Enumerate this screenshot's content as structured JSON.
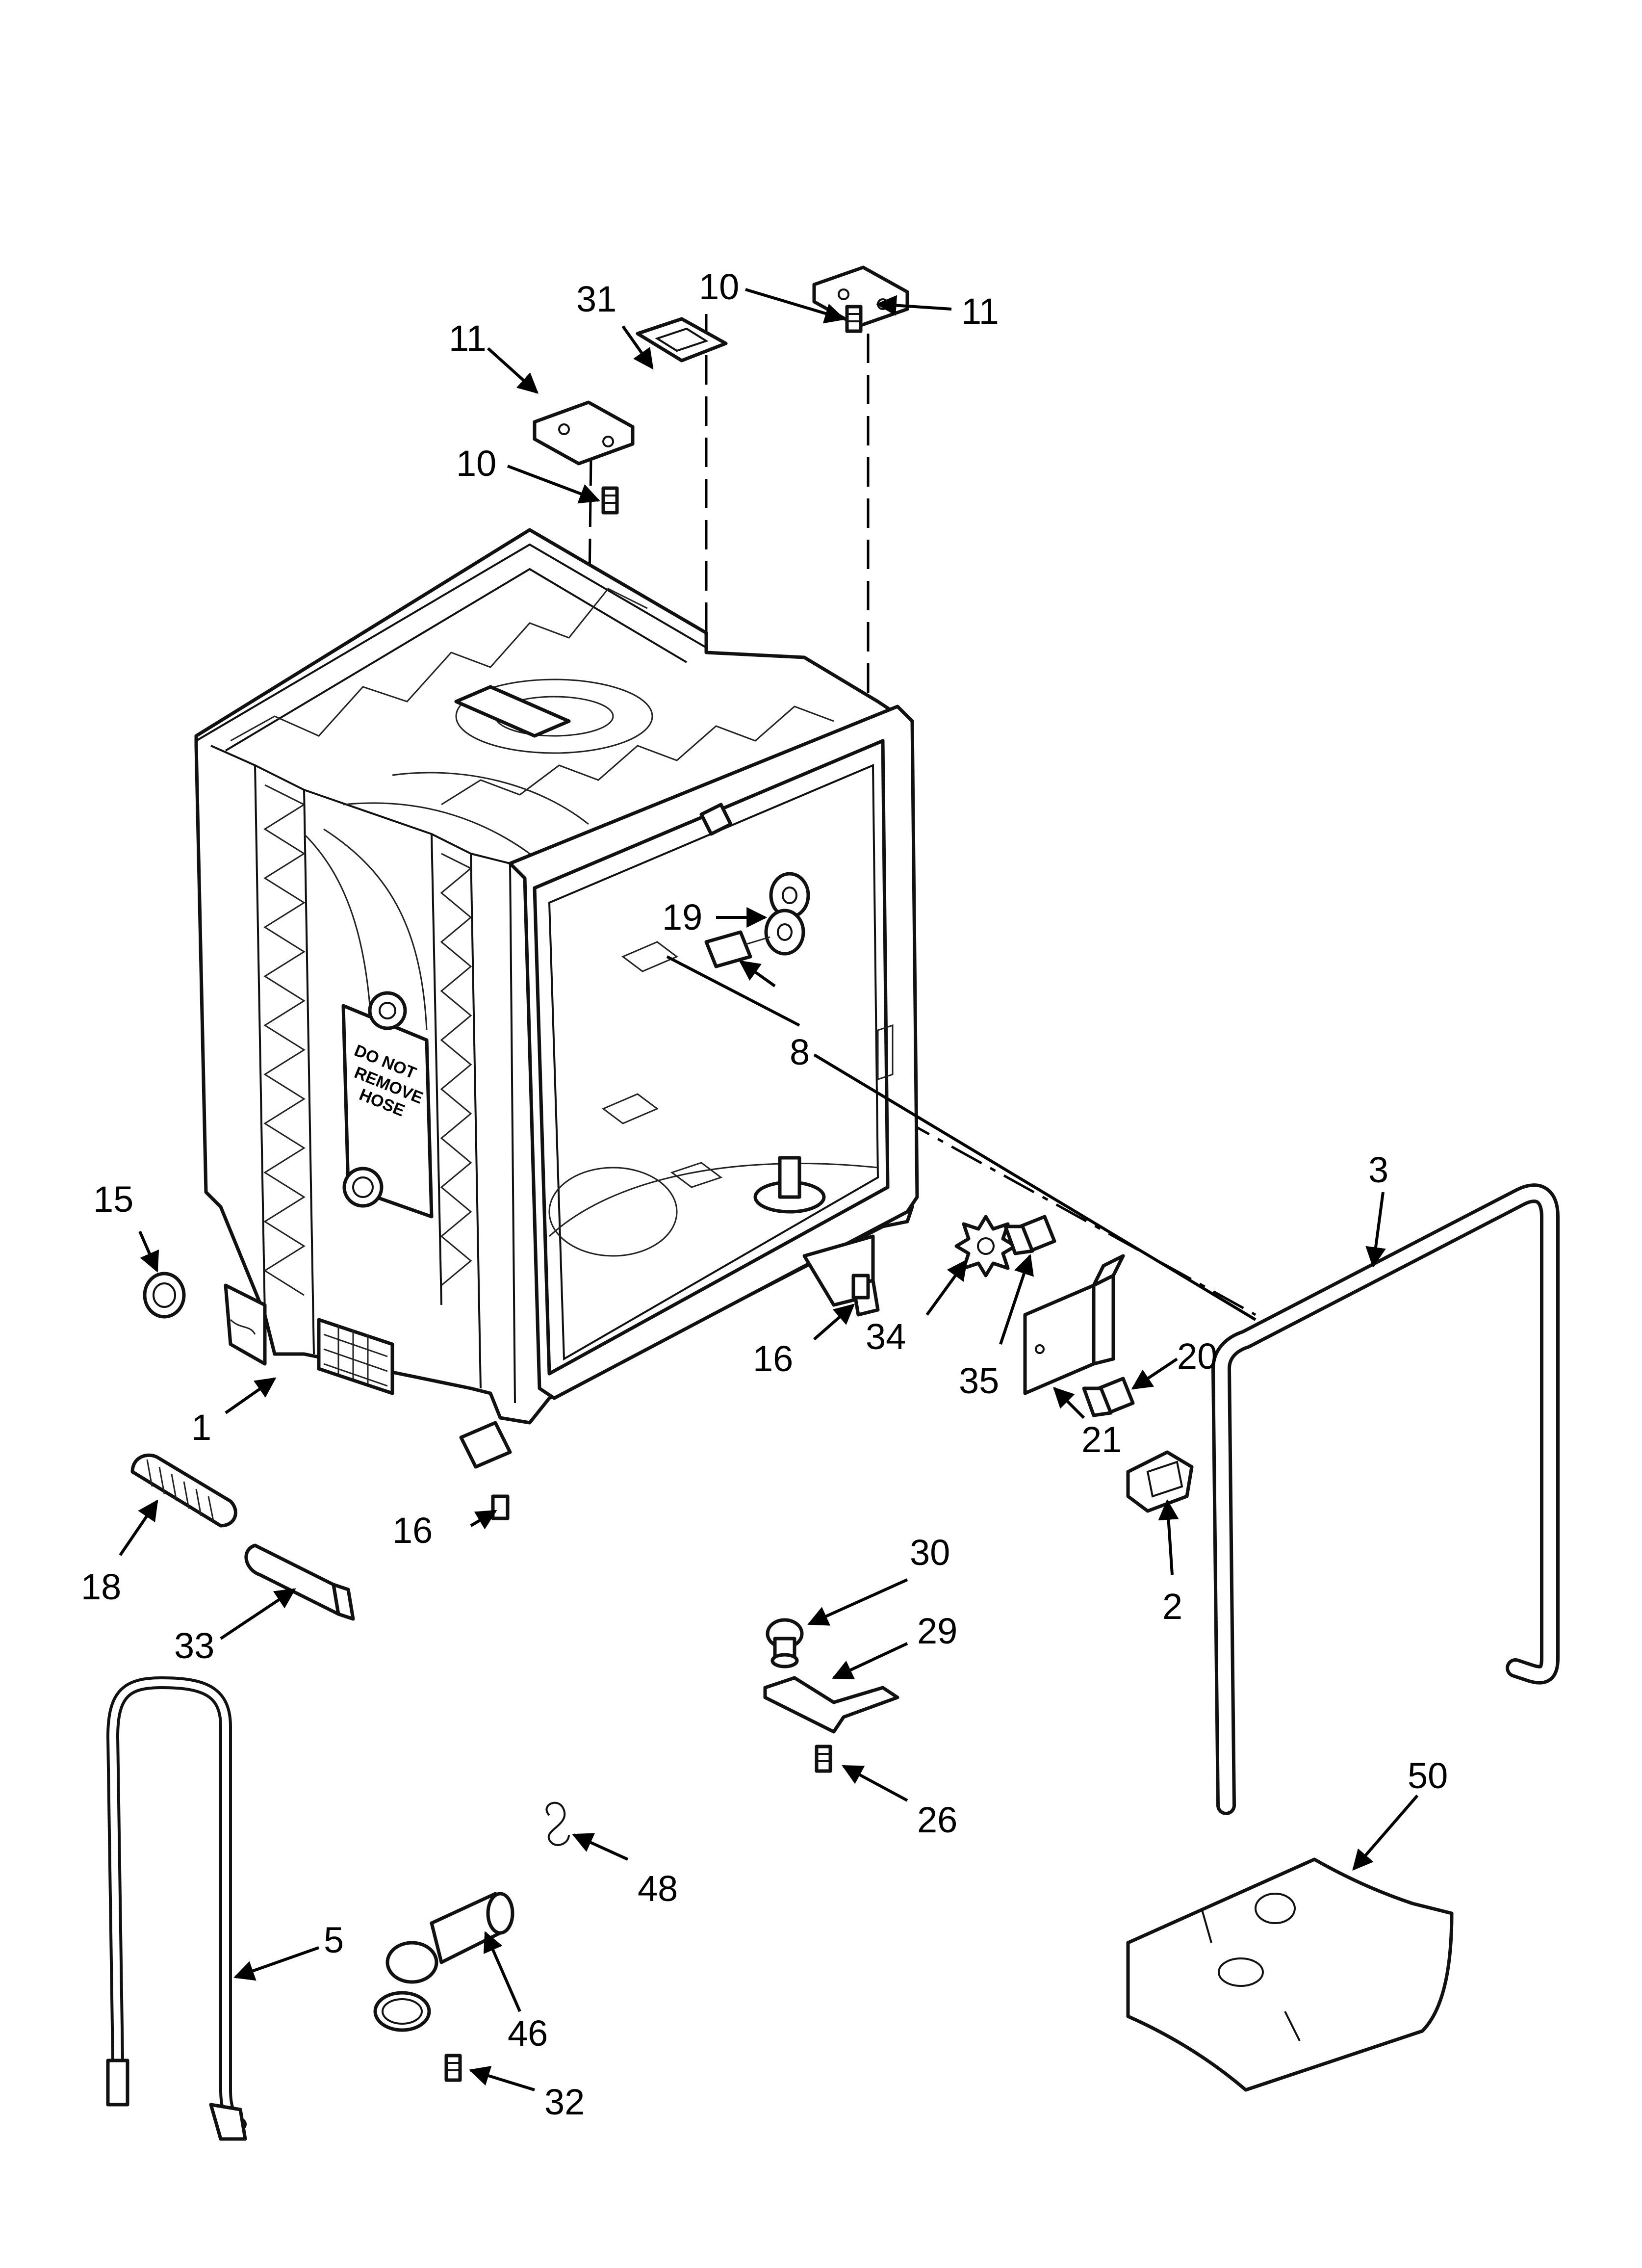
{
  "callouts": [
    {
      "id": "c31",
      "label": "31"
    },
    {
      "id": "c11a",
      "label": "11"
    },
    {
      "id": "c11b",
      "label": "11"
    },
    {
      "id": "c10a",
      "label": "10"
    },
    {
      "id": "c10b",
      "label": "10"
    },
    {
      "id": "c19",
      "label": "19"
    },
    {
      "id": "c8",
      "label": "8"
    },
    {
      "id": "c15",
      "label": "15"
    },
    {
      "id": "c1",
      "label": "1"
    },
    {
      "id": "c16a",
      "label": "16"
    },
    {
      "id": "c16b",
      "label": "16"
    },
    {
      "id": "c34",
      "label": "34"
    },
    {
      "id": "c35",
      "label": "35"
    },
    {
      "id": "c20",
      "label": "20"
    },
    {
      "id": "c21",
      "label": "21"
    },
    {
      "id": "c3",
      "label": "3"
    },
    {
      "id": "c2",
      "label": "2"
    },
    {
      "id": "c18",
      "label": "18"
    },
    {
      "id": "c33",
      "label": "33"
    },
    {
      "id": "c30",
      "label": "30"
    },
    {
      "id": "c29",
      "label": "29"
    },
    {
      "id": "c26",
      "label": "26"
    },
    {
      "id": "c50",
      "label": "50"
    },
    {
      "id": "c48",
      "label": "48"
    },
    {
      "id": "c5",
      "label": "5"
    },
    {
      "id": "c46",
      "label": "46"
    },
    {
      "id": "c32",
      "label": "32"
    }
  ],
  "tub_label": {
    "line1": "DO NOT",
    "line2": "REMOVE",
    "line3": "HOSE"
  }
}
